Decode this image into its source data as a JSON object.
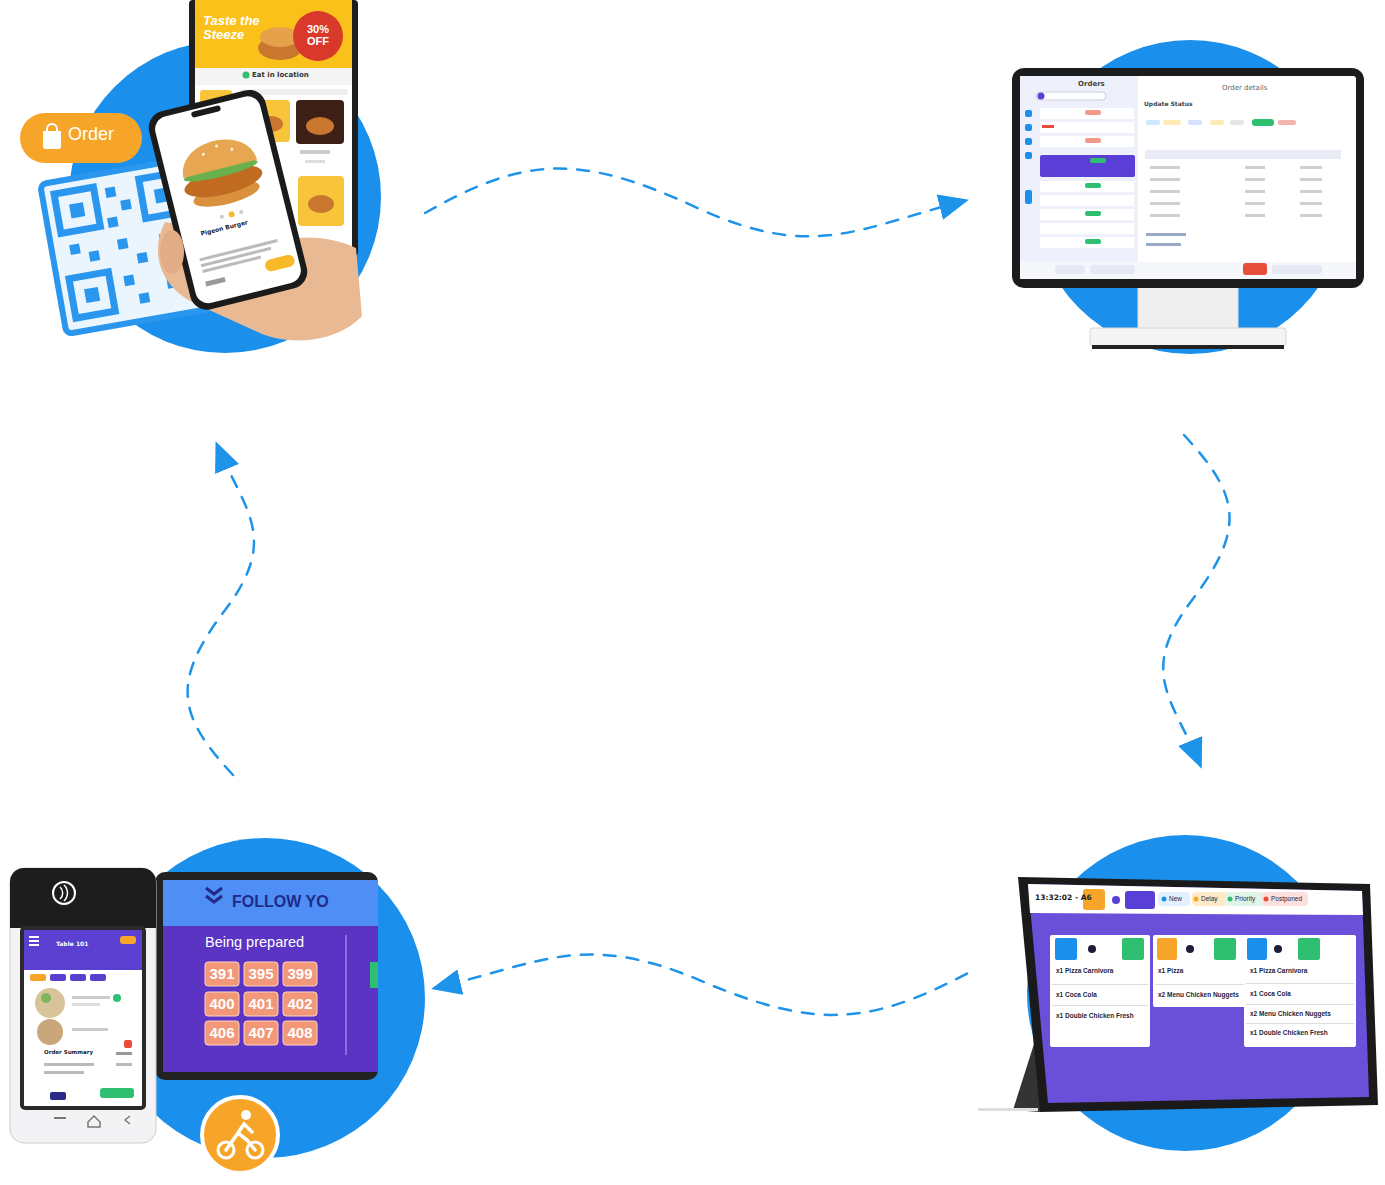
{
  "diagram": {
    "nodes": [
      {
        "text": [
          "Order",
          "Taste the Steeze",
          "30% OFF",
          "Eat in location",
          "Pigeon Burger"
        ]
      },
      {
        "text": [
          "Orders",
          "Order details",
          "Update Status"
        ]
      },
      {
        "text": [
          "13:32:02 - A6",
          "New",
          "Delay",
          "Priority",
          "Postponed",
          "x1 Pizza Carnivora",
          "x1 Coca Cola",
          "x1 Double Chicken Fresh",
          "x1 Pizza",
          "x2 Menu Chicken Nuggets",
          "x1 Pizza Carnivora",
          "x1 Coca Cola",
          "x2 Menu Chicken Nuggets",
          "x1 Double Chicken Fresh"
        ]
      },
      {
        "text": [
          "FOLLOW YO",
          "Being prepared",
          "391",
          "395",
          "399",
          "400",
          "401",
          "402",
          "406",
          "407",
          "408",
          "Table 101",
          "Order Summary"
        ]
      }
    ],
    "edges": [
      {
        "from": 0,
        "to": 1,
        "arrow": "to"
      },
      {
        "from": 1,
        "to": 2,
        "arrow": "to"
      },
      {
        "from": 2,
        "to": 3,
        "arrow": "to"
      },
      {
        "from": 3,
        "to": 0,
        "arrow": "to"
      }
    ]
  }
}
